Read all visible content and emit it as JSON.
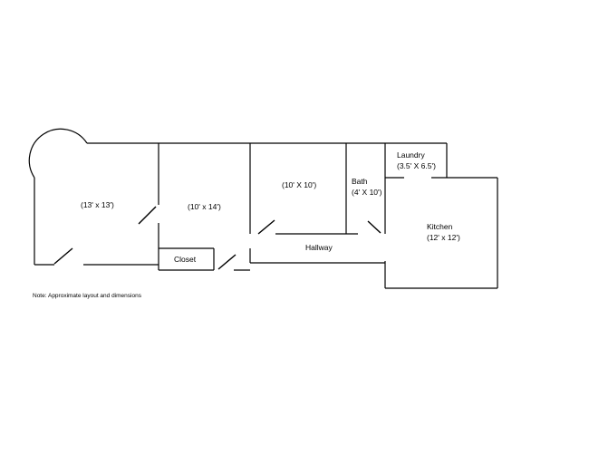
{
  "rooms": {
    "bedroom1": "(13' x 13')",
    "bedroom2": "(10' x 14')",
    "bedroom3": "(10' X 10')",
    "bath_name": "Bath",
    "bath_dims": "(4' X 10')",
    "laundry_name": "Laundry",
    "laundry_dims": "(3.5' X 6.5')",
    "kitchen_name": "Kitchen",
    "kitchen_dims": "(12' x 12')",
    "closet": "Closet",
    "hallway": "Hallway"
  },
  "note": "Note:  Approximate layout and dimensions"
}
